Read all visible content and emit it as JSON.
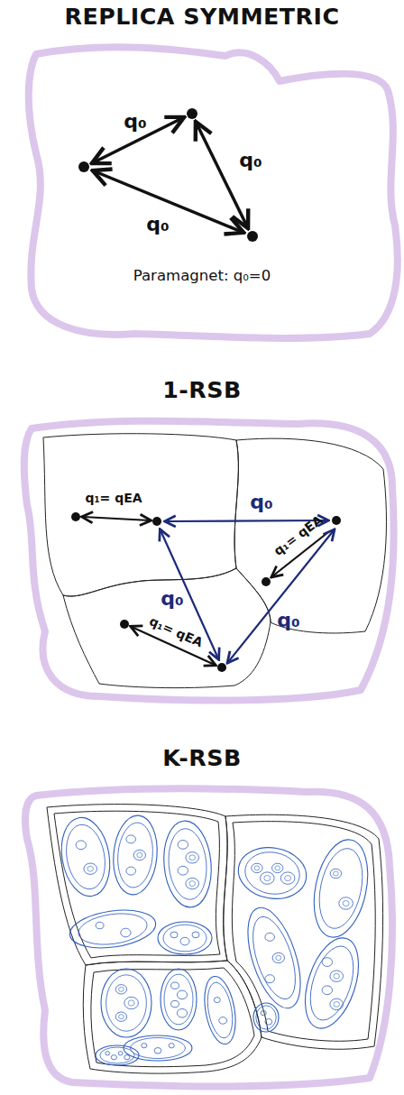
{
  "diagram": {
    "nodes": [
      {
        "text": [
          "REPLICA SYMMETRIC",
          "Paramagnet: q₀=0"
        ]
      },
      {
        "text": [
          "1-RSB"
        ]
      },
      {
        "text": [
          "K-RSB"
        ]
      }
    ],
    "labels": [
      "q₀",
      "q₀",
      "q₀",
      "q₁= qEA",
      "q₀",
      "q₁= qEA",
      "q₀",
      "q₀",
      "q₁= qEA"
    ]
  }
}
